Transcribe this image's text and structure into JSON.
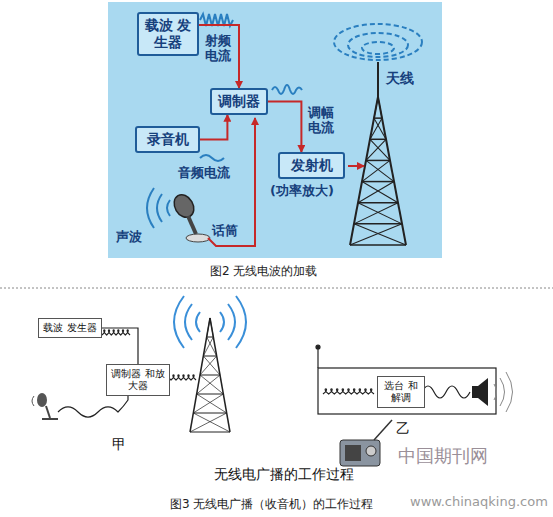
{
  "diagram": {
    "caption": "图3  无线电广播（收音机）的工作过程",
    "nodes": [
      {
        "text": [
          "载波 发生器"
        ]
      },
      {
        "text": [
          "调制器"
        ]
      },
      {
        "text": [
          "录音机"
        ]
      },
      {
        "text": [
          "发射机"
        ]
      },
      {
        "text": [
          "载波 发生器"
        ]
      },
      {
        "text": [
          "调制器 和放大器"
        ]
      },
      {
        "text": [
          "选台 和解调"
        ]
      }
    ],
    "edges": [
      {
        "from": 0,
        "to": 1,
        "arrow": "to"
      },
      {
        "from": 2,
        "to": 1,
        "arrow": "to"
      },
      {
        "from": 1,
        "to": 3,
        "arrow": "to"
      },
      {
        "from": 4,
        "to": 5,
        "arrow": "none"
      }
    ],
    "labels": [
      "射频电流",
      "调幅电流",
      "音频电流",
      "声波",
      "话筒",
      "天线",
      "(功率放大)",
      "图2  无线电波的加载",
      "甲",
      "乙",
      "无线电广播的工作过程",
      "中国期刊网",
      "www.chinaqking.com"
    ]
  }
}
